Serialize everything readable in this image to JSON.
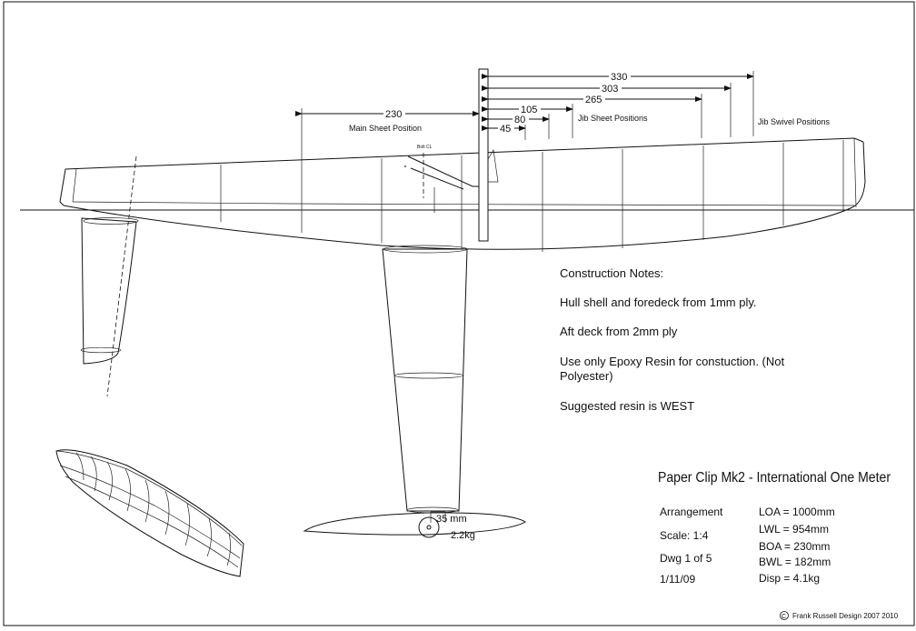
{
  "dimensions": [
    {
      "value": "330"
    },
    {
      "value": "303"
    },
    {
      "value": "265"
    },
    {
      "value": "105"
    },
    {
      "value": "80"
    },
    {
      "value": "45"
    },
    {
      "value": "230"
    }
  ],
  "labels": {
    "main_sheet": "Main Sheet Position",
    "jib_sheet": "Jib Sheet Positions",
    "jib_swivel": "Jib Swivel Positions",
    "bolt_cl": "Bolt CL"
  },
  "bulb": {
    "width": "35 mm",
    "weight": "2.2kg"
  },
  "notes": {
    "heading": "Construction Notes:",
    "items": [
      "Hull shell and foredeck from 1mm ply.",
      "Aft deck from 2mm ply",
      "Use only Epoxy Resin for constuction. (Not",
      "Polyester)",
      "Suggested resin is WEST"
    ]
  },
  "title_block": {
    "title": "Paper Clip Mk2 - International One Meter",
    "left": [
      "Arrangement",
      "Scale: 1:4",
      "Dwg 1 of 5",
      "1/11/09"
    ],
    "right": [
      "LOA = 1000mm",
      "LWL = 954mm",
      "BOA = 230mm",
      "BWL = 182mm",
      "Disp = 4.1kg"
    ]
  },
  "copyright": {
    "symbol": "C",
    "text": "Frank Russell Design 2007 2010"
  }
}
